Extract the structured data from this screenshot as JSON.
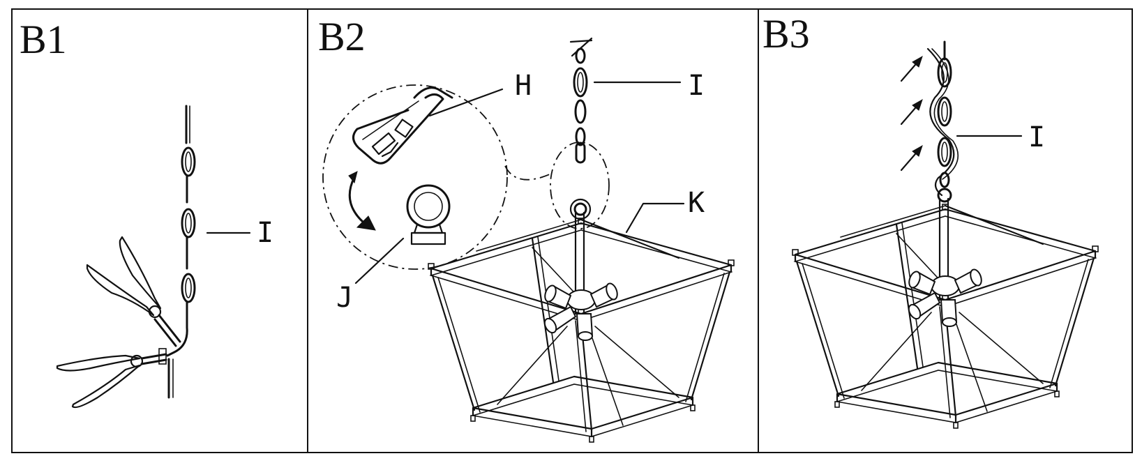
{
  "panels": [
    {
      "id": "B1",
      "title": "B1",
      "labels": {
        "chain": "I"
      }
    },
    {
      "id": "B2",
      "title": "B2",
      "labels": {
        "hook": "H",
        "chain": "I",
        "ring": "J",
        "frame": "K"
      }
    },
    {
      "id": "B3",
      "title": "B3",
      "labels": {
        "chain": "I"
      }
    }
  ],
  "icons": [
    "chain-icon",
    "pliers-icon",
    "quick-link-icon",
    "eye-nut-icon",
    "lantern-frame-icon",
    "rotate-arrow-icon",
    "up-arrow-icon"
  ]
}
